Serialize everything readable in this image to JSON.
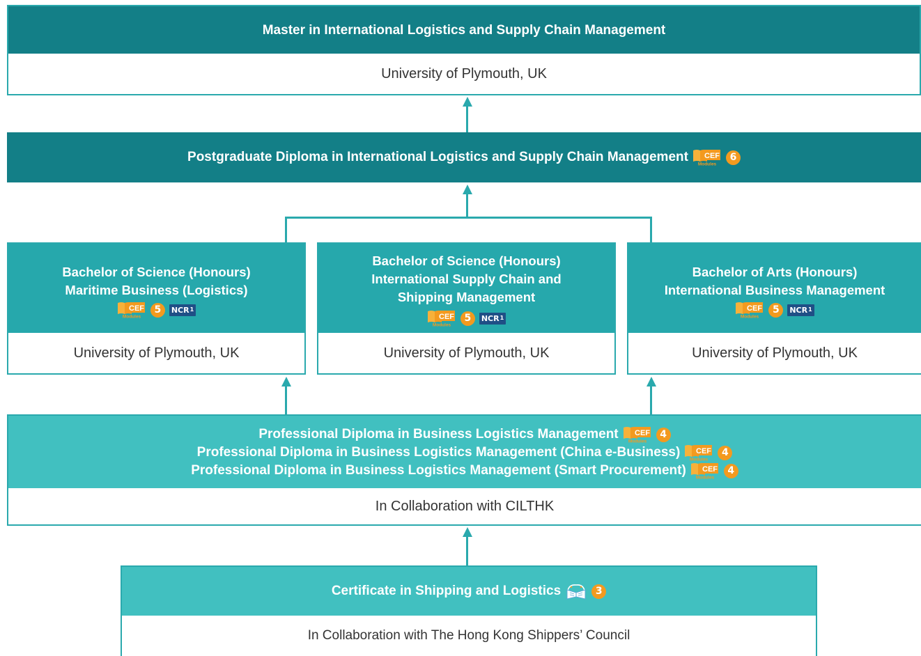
{
  "master": {
    "title": "Master in International Logistics and Supply Chain Management",
    "provider": "University of Plymouth, UK"
  },
  "pgd": {
    "title": "Postgraduate Diploma in International Logistics and Supply Chain Management",
    "level": "6",
    "cef_label": "CEF",
    "cef_sub": "Modules"
  },
  "bachelors": [
    {
      "line1": "Bachelor of Science (Honours)",
      "line2": "Maritime Business (Logistics)",
      "level": "5",
      "ncr": "NCR",
      "ncr_sup": "1",
      "provider": "University of Plymouth, UK"
    },
    {
      "line1": "Bachelor of Science (Honours)",
      "line2": "International Supply Chain and",
      "line3": "Shipping Management",
      "level": "5",
      "ncr": "NCR",
      "ncr_sup": "1",
      "provider": "University of Plymouth, UK"
    },
    {
      "line1": "Bachelor of Arts (Honours)",
      "line2": "International Business Management",
      "level": "5",
      "ncr": "NCR",
      "ncr_sup": "1",
      "provider": "University of Plymouth, UK"
    }
  ],
  "professional": {
    "titles": [
      "Professional Diploma in Business Logistics Management",
      "Professional Diploma in Business Logistics Management (China e-Business)",
      "Professional Diploma in Business Logistics Management (Smart Procurement)"
    ],
    "level": "4",
    "provider": "In Collaboration with CILTHK"
  },
  "certificate": {
    "title": "Certificate in Shipping and Logistics",
    "level": "3",
    "provider": "In Collaboration with The Hong Kong Shippers’ Council"
  },
  "colors": {
    "dark_teal": "#137f87",
    "mid_teal": "#26a8ac",
    "light_teal": "#41c0c0",
    "badge_orange": "#f39a1f",
    "ncr_blue": "#1f4f86"
  }
}
